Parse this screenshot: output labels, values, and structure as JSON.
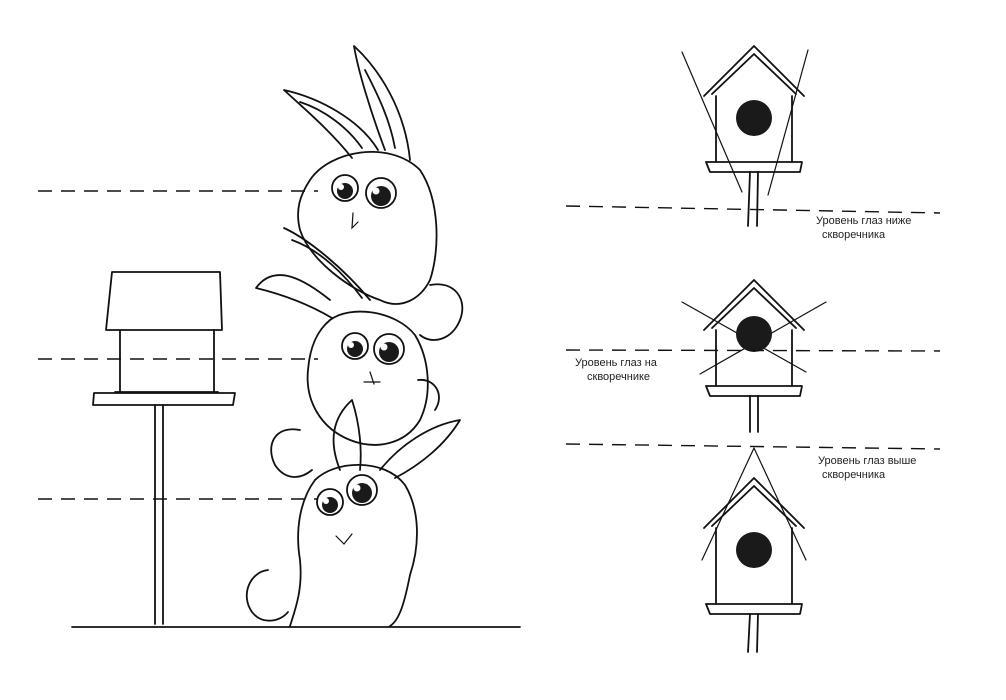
{
  "labels": {
    "below": [
      "Уровень глаз ниже",
      "скворечника"
    ],
    "at": [
      "Уровень глаз на",
      "скворечнике"
    ],
    "above": [
      "Уровень глаз выше",
      "скворечника"
    ]
  },
  "icons": {
    "rabbits": "three-stacked-rabbits-illustration",
    "feeder": "birdhouse-on-pole-icon",
    "birdhouse": "birdhouse-icon"
  }
}
